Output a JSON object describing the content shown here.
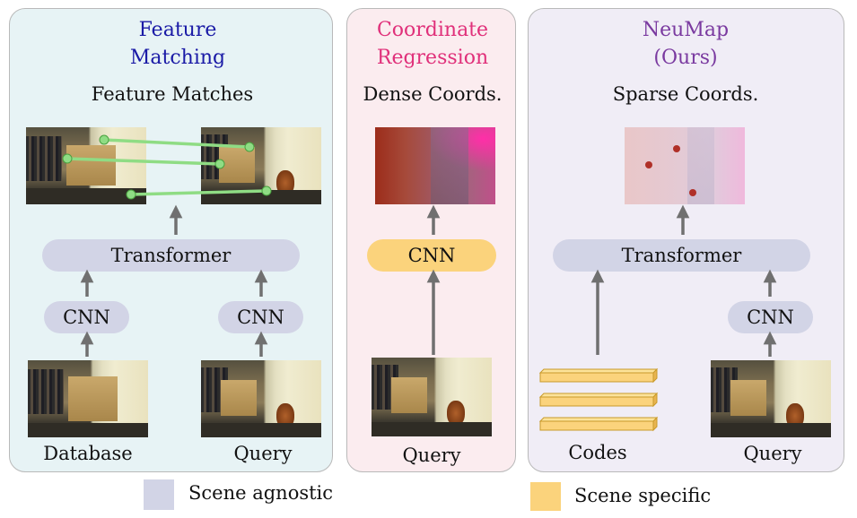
{
  "panels": {
    "feature_matching": {
      "title_line1": "Feature",
      "title_line2": "Matching",
      "title_color": "#1a1aa6",
      "output_label": "Feature Matches",
      "transformer": "Transformer",
      "cnn_left": "CNN",
      "cnn_right": "CNN",
      "left_input": "Database",
      "right_input": "Query"
    },
    "coordinate_regression": {
      "title_line1": "Coordinate",
      "title_line2": "Regression",
      "title_color": "#e0307a",
      "output_label": "Dense Coords.",
      "cnn": "CNN",
      "input": "Query"
    },
    "neumap": {
      "title_line1": "NeuMap",
      "title_line2": "(Ours)",
      "title_color": "#7a3aa0",
      "output_label": "Sparse Coords.",
      "transformer": "Transformer",
      "cnn": "CNN",
      "codes_label": "Codes",
      "input": "Query"
    }
  },
  "legend": {
    "agnostic": {
      "label": "Scene agnostic",
      "color": "#d2d4e6"
    },
    "specific": {
      "label": "Scene specific",
      "color": "#fbd37c"
    }
  },
  "colors": {
    "arrow": "#707070",
    "match_line": "#8fdc84",
    "sparse_point": "#b03028"
  }
}
